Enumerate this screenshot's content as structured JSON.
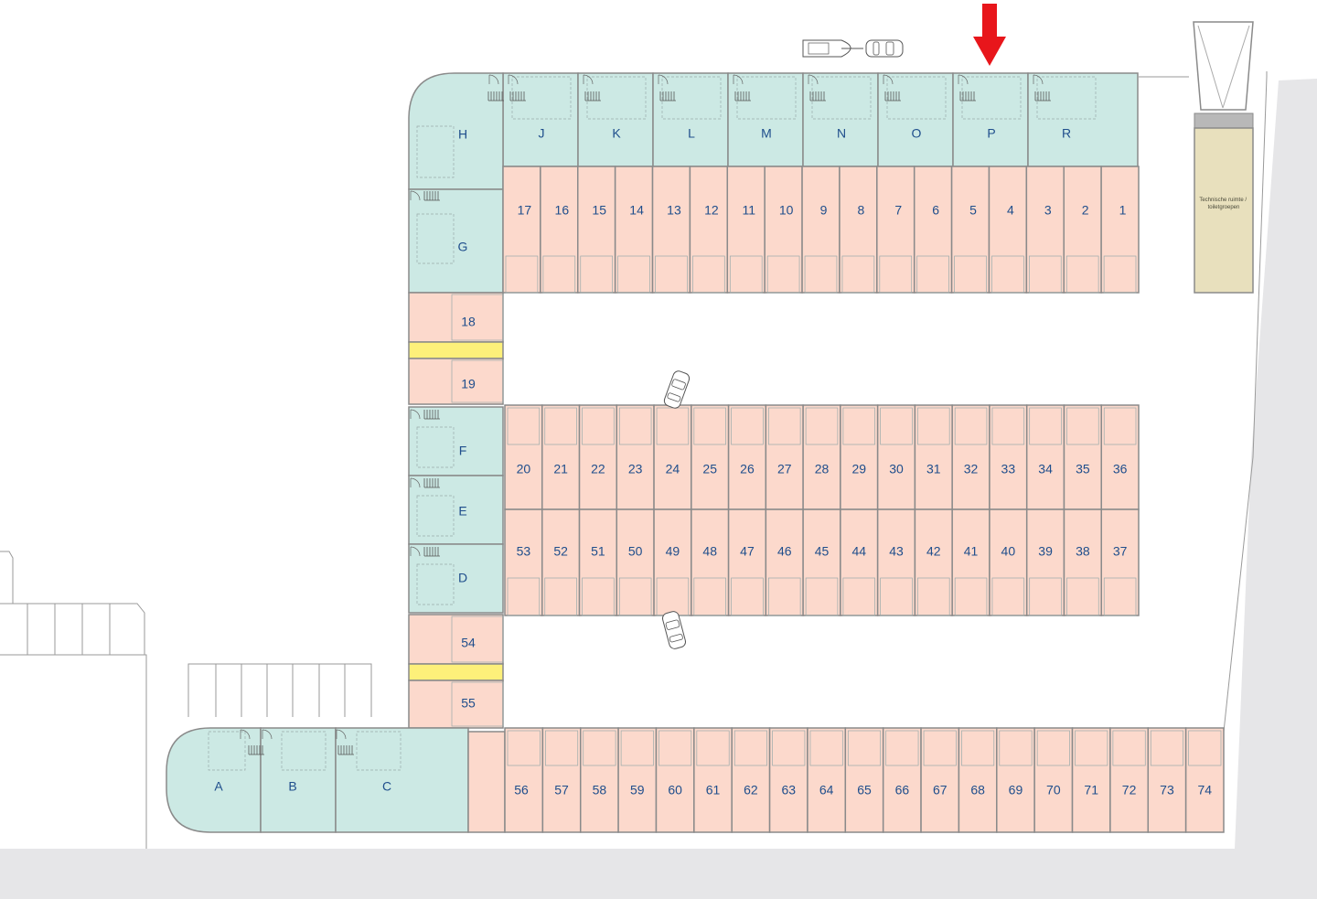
{
  "colors": {
    "teal_unit": "#cce9e4",
    "salmon_unit": "#fcd9cc",
    "yellow_strip": "#fdf07a",
    "tech_room": "#e8e0bd",
    "wall": "#8a8a8a",
    "ground": "#e6e6e8",
    "label": "#1f4e8c",
    "arrow": "#e8161b"
  },
  "tech_room_label": "Technische ruimte / toiletgroepen",
  "units": {
    "top_row": [
      "17",
      "16",
      "15",
      "14",
      "13",
      "12",
      "11",
      "10",
      "9",
      "8",
      "7",
      "6",
      "5",
      "4",
      "3",
      "2",
      "1"
    ],
    "middle_upper": [
      "20",
      "21",
      "22",
      "23",
      "24",
      "25",
      "26",
      "27",
      "28",
      "29",
      "30",
      "31",
      "32",
      "33",
      "34",
      "35",
      "36"
    ],
    "middle_lower": [
      "53",
      "52",
      "51",
      "50",
      "49",
      "48",
      "47",
      "46",
      "45",
      "44",
      "43",
      "42",
      "41",
      "40",
      "39",
      "38",
      "37"
    ],
    "bottom_row": [
      "56",
      "57",
      "58",
      "59",
      "60",
      "61",
      "62",
      "63",
      "64",
      "65",
      "66",
      "67",
      "68",
      "69",
      "70",
      "71",
      "72",
      "73",
      "74"
    ],
    "top_letters": [
      "J",
      "K",
      "L",
      "M",
      "N",
      "O",
      "P",
      "R"
    ],
    "left_letters": [
      {
        "id": "H",
        "kind": "teal"
      },
      {
        "id": "G",
        "kind": "teal"
      },
      {
        "id": "18",
        "kind": "salmon"
      },
      {
        "id": "19",
        "kind": "salmon"
      },
      {
        "id": "F",
        "kind": "teal"
      },
      {
        "id": "E",
        "kind": "teal"
      },
      {
        "id": "D",
        "kind": "teal"
      },
      {
        "id": "54",
        "kind": "salmon"
      },
      {
        "id": "55",
        "kind": "salmon"
      }
    ],
    "bottom_letters": [
      "A",
      "B",
      "C"
    ]
  },
  "arrow_target": "P",
  "icons": [
    "boat-trailer-icon",
    "car-icon",
    "staircase-icon",
    "door-icon"
  ]
}
